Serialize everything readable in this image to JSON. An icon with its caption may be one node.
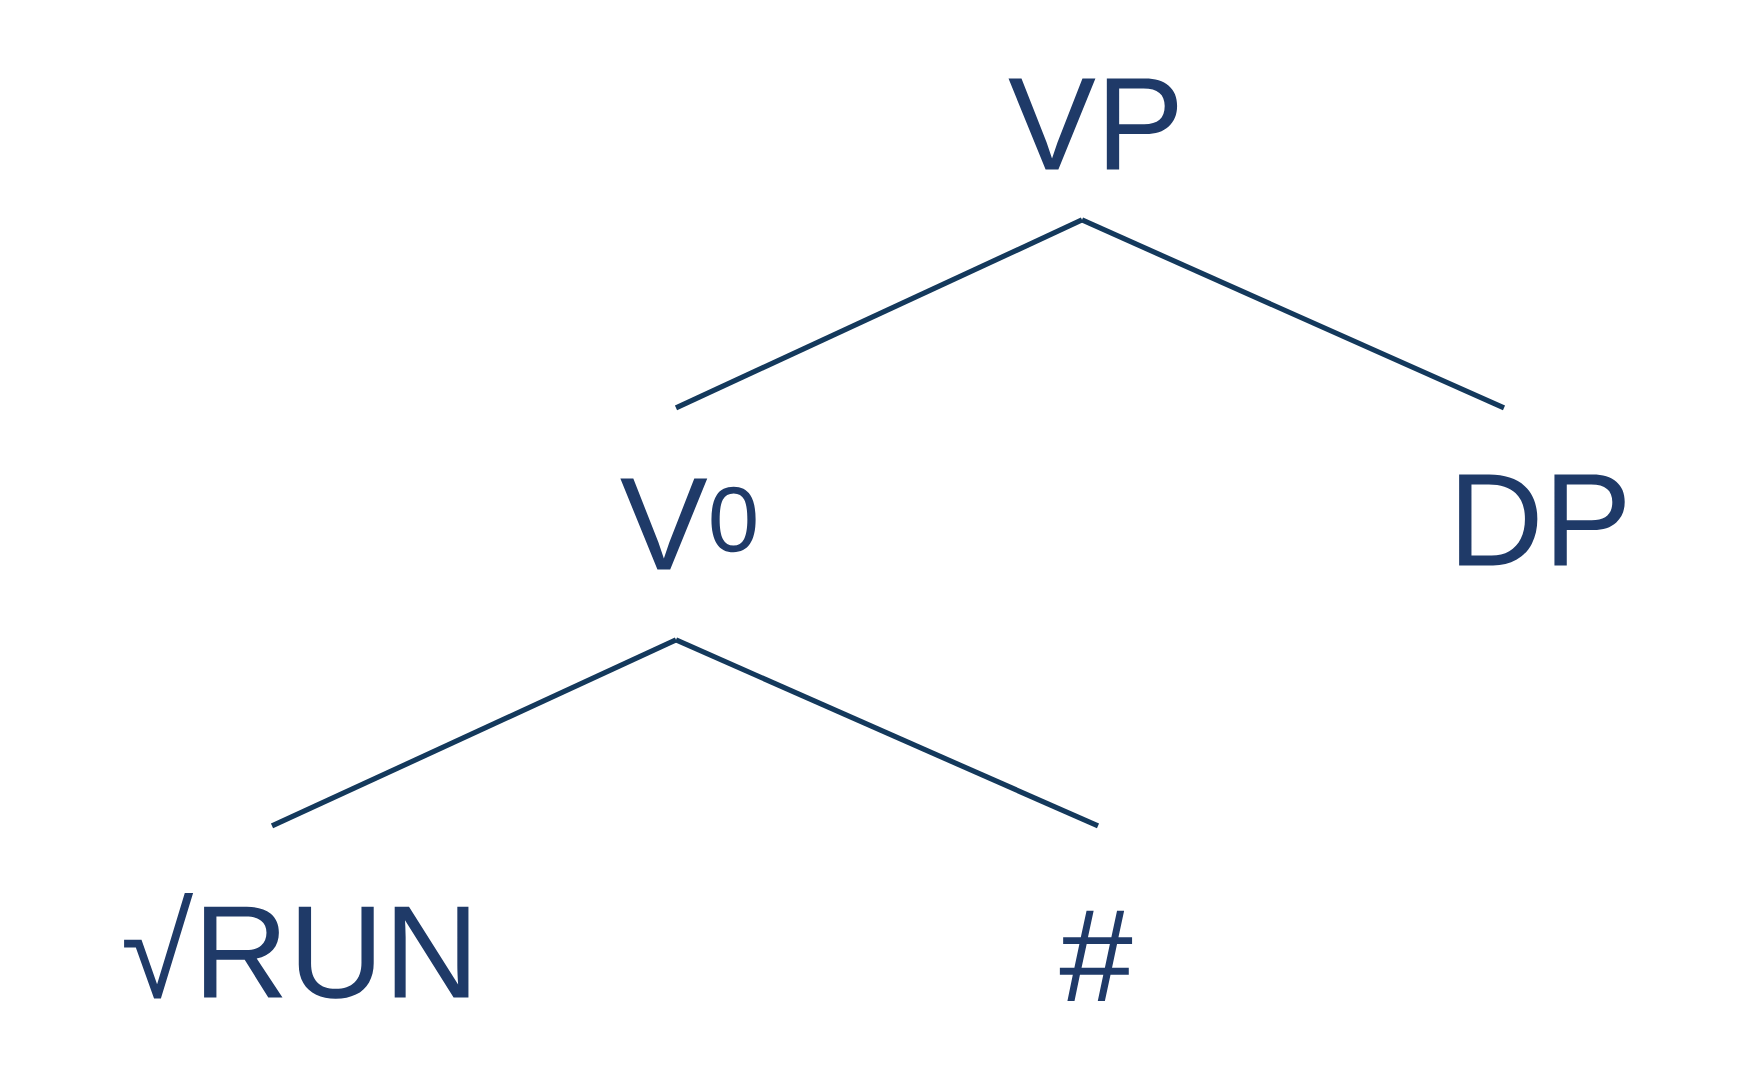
{
  "diagram": {
    "nodes": [
      {
        "text": [
          "VP"
        ]
      },
      {
        "text": [
          "V$^{0}$"
        ]
      },
      {
        "text": [
          "DP"
        ]
      },
      {
        "text": [
          "√RUN"
        ]
      },
      {
        "text": [
          "#"
        ]
      }
    ],
    "edges": [
      {
        "from": 0,
        "to": 1,
        "arrow": "none"
      },
      {
        "from": 0,
        "to": 2,
        "arrow": "none"
      },
      {
        "from": 1,
        "to": 3,
        "arrow": "none"
      },
      {
        "from": 1,
        "to": 4,
        "arrow": "none"
      }
    ]
  }
}
